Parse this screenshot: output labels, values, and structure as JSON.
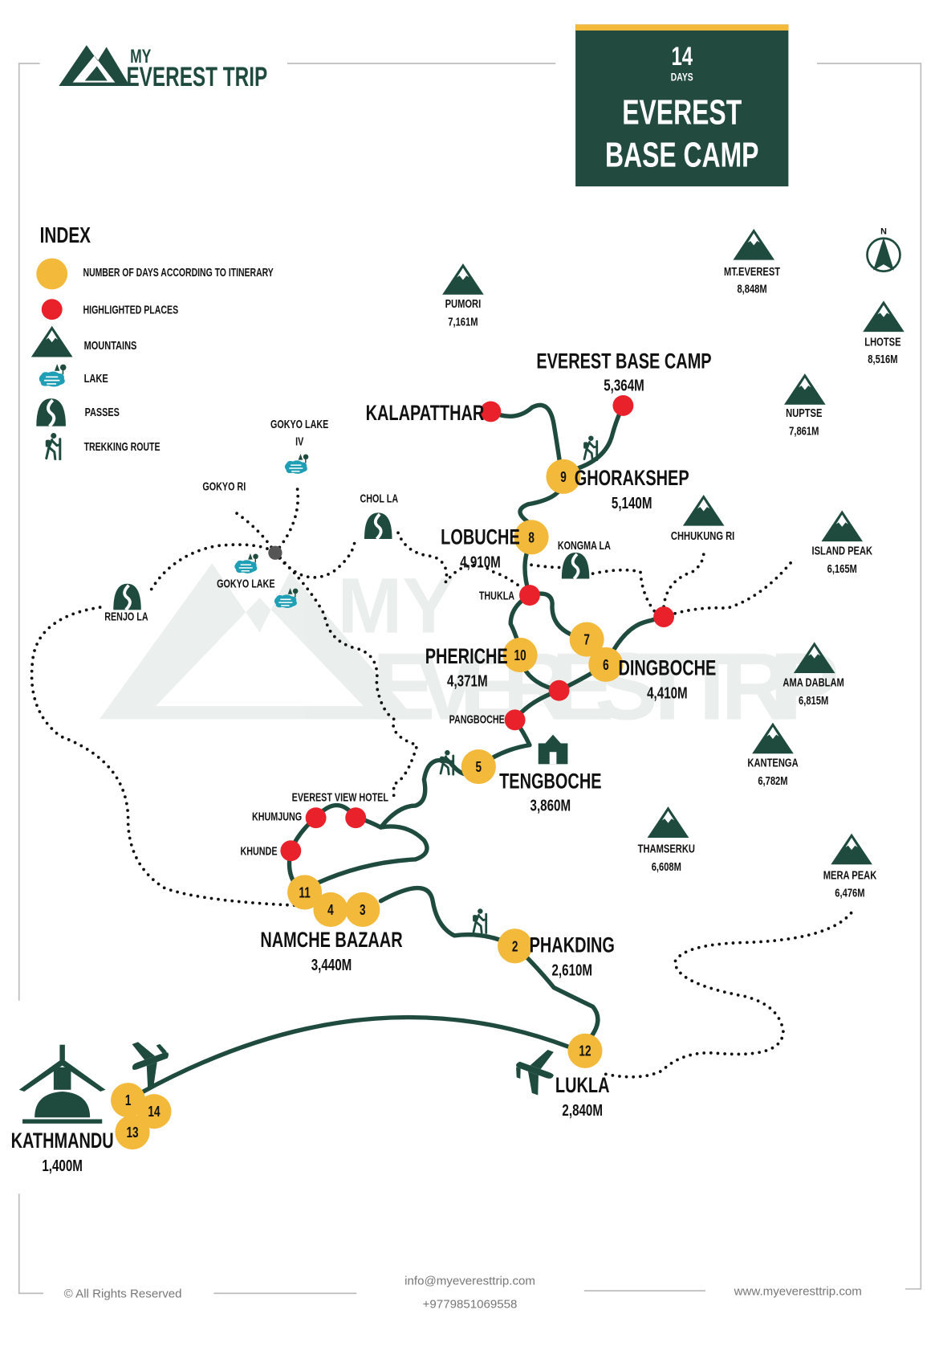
{
  "colors": {
    "green": "#1f4b3f",
    "yellow": "#f2b93b",
    "red": "#e8212b",
    "lake": "#1e9fb5"
  },
  "logo": {
    "my": "MY",
    "name": "EVEREST TRIP"
  },
  "watermark": {
    "my": "MY",
    "name": "EVEREST TRIP"
  },
  "title": {
    "days": "14",
    "days_label": "DAYS",
    "line1": "EVEREST",
    "line2": "BASE CAMP"
  },
  "compass": {
    "north": "N"
  },
  "index": {
    "heading": "INDEX",
    "items": [
      {
        "icon": "yellow-circle",
        "label": "NUMBER OF DAYS ACCORDING TO ITINERARY"
      },
      {
        "icon": "red-circle",
        "label": "HIGHLIGHTED PLACES"
      },
      {
        "icon": "mountain-icon",
        "label": "MOUNTAINS"
      },
      {
        "icon": "lake-icon",
        "label": "LAKE"
      },
      {
        "icon": "pass-icon",
        "label": "PASSES"
      },
      {
        "icon": "hiker-icon",
        "label": "TREKKING ROUTE"
      }
    ]
  },
  "mountains": [
    {
      "name": "PUMORI",
      "elevation": "7,161M"
    },
    {
      "name": "MT.EVEREST",
      "elevation": "8,848M"
    },
    {
      "name": "LHOTSE",
      "elevation": "8,516M"
    },
    {
      "name": "NUPTSE",
      "elevation": "7,861M"
    },
    {
      "name": "CHHUKUNG RI"
    },
    {
      "name": "ISLAND PEAK",
      "elevation": "6,165M"
    },
    {
      "name": "AMA DABLAM",
      "elevation": "6,815M"
    },
    {
      "name": "KANTENGA",
      "elevation": "6,782M"
    },
    {
      "name": "THAMSERKU",
      "elevation": "6,608M"
    },
    {
      "name": "MERA PEAK",
      "elevation": "6,476M"
    }
  ],
  "stops": {
    "kalapatthar": {
      "name": "KALAPATTHAR"
    },
    "ebc": {
      "name": "EVEREST BASE CAMP",
      "elevation": "5,364M"
    },
    "ghorakshep": {
      "name": "GHORAKSHEP",
      "elevation": "5,140M"
    },
    "lobuche": {
      "name": "LOBUCHE",
      "elevation": "4,910M"
    },
    "pheriche": {
      "name": "PHERICHE",
      "elevation": "4,371M"
    },
    "dingboche": {
      "name": "DINGBOCHE",
      "elevation": "4,410M"
    },
    "tengboche": {
      "name": "TENGBOCHE",
      "elevation": "3,860M"
    },
    "namche": {
      "name": "NAMCHE BAZAAR",
      "elevation": "3,440M"
    },
    "phakding": {
      "name": "PHAKDING",
      "elevation": "2,610M"
    },
    "lukla": {
      "name": "LUKLA",
      "elevation": "2,840M"
    },
    "kathmandu": {
      "name": "KATHMANDU",
      "elevation": "1,400M"
    }
  },
  "places": {
    "gokyo_lake_4a": "GOKYO LAKE",
    "gokyo_lake_4b": "IV",
    "gokyo_ri": "GOKYO RI",
    "chol_la": "CHOL LA",
    "gokyo_lake": "GOKYO LAKE",
    "renjo_la": "RENJO LA",
    "kongma_la": "KONGMA LA",
    "thukla": "THUKLA",
    "pangboche": "PANGBOCHE",
    "everest_view_hotel": "EVEREST VIEW HOTEL",
    "khumjung": "KHUMJUNG",
    "khunde": "KHUNDE"
  },
  "days": {
    "d1": "1",
    "d2": "2",
    "d3": "3",
    "d4": "4",
    "d5": "5",
    "d6": "6",
    "d7": "7",
    "d8": "8",
    "d9": "9",
    "d10": "10",
    "d11": "11",
    "d12": "12",
    "d13": "13",
    "d14": "14"
  },
  "footer": {
    "rights": "© All Rights Reserved",
    "email": "info@myeveresttrip.com",
    "phone": "+9779851069558",
    "website": "www.myeveresttrip.com"
  }
}
